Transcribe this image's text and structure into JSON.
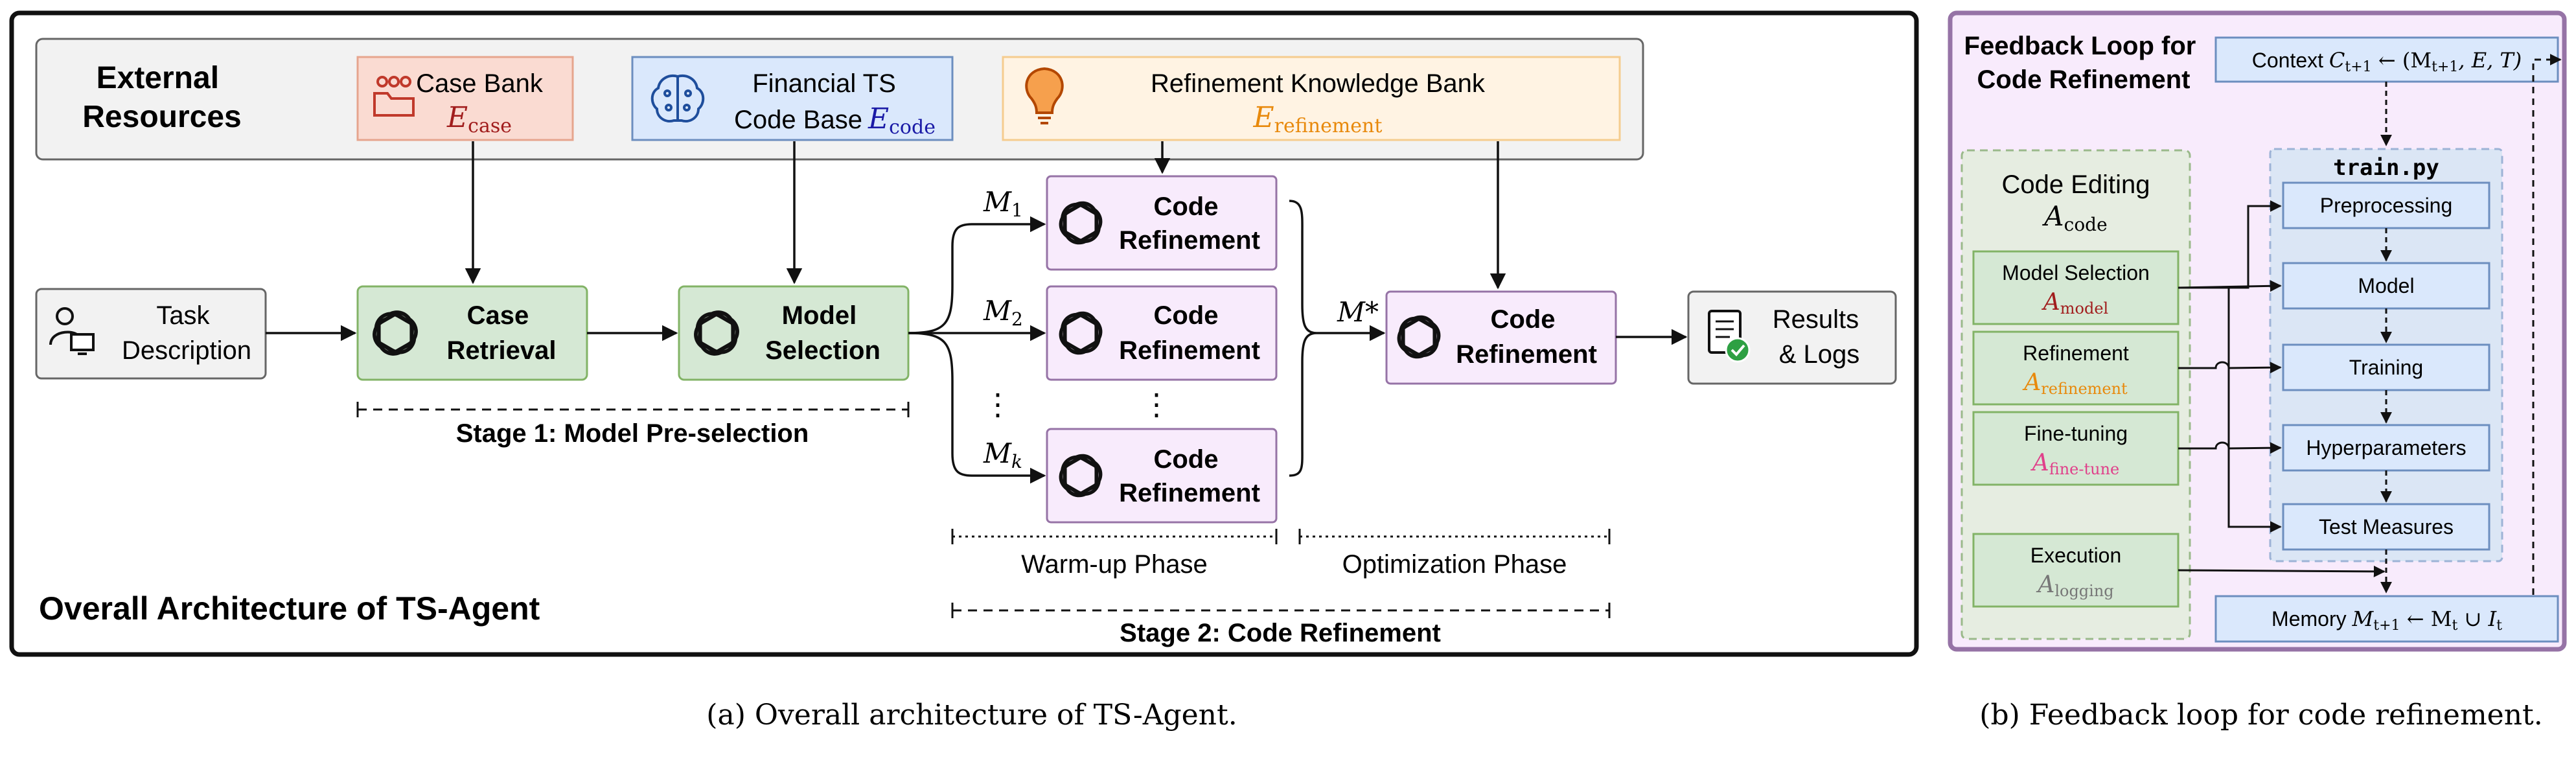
{
  "panel_a": {
    "title": "Overall Architecture of TS-Agent",
    "caption": "(a)  Overall architecture of TS-Agent.",
    "external": {
      "label_line1": "External",
      "label_line2": "Resources",
      "case_bank": {
        "name": "Case Bank",
        "symbol": "E",
        "sub": "case"
      },
      "code_base": {
        "line1": "Financial TS",
        "line2": "Code Base",
        "symbol": "E",
        "sub": "code"
      },
      "knowledge": {
        "name": "Refinement Knowledge Bank",
        "symbol": "E",
        "sub": "refinement"
      }
    },
    "task": {
      "line1": "Task",
      "line2": "Description"
    },
    "case_retrieval": {
      "line1": "Case",
      "line2": "Retrieval"
    },
    "model_selection": {
      "line1": "Model",
      "line2": "Selection"
    },
    "refine": {
      "line1": "Code",
      "line2": "Refinement"
    },
    "results": {
      "line1": "Results",
      "line2": "& Logs"
    },
    "m_labels": {
      "m": "M",
      "s1": "1",
      "s2": "2",
      "sk": "k",
      "star": "M*"
    },
    "dots": "⋮",
    "stage1": "Stage 1: Model Pre-selection",
    "warmup": "Warm-up Phase",
    "optimization": "Optimization Phase",
    "stage2": "Stage 2: Code Refinement"
  },
  "panel_b": {
    "title_line1": "Feedback Loop for",
    "title_line2": "Code Refinement",
    "caption": "(b)  Feedback loop for code refinement.",
    "context": {
      "text": "Context",
      "formula_main": "C",
      "formula_sub": "t+1",
      "formula_rest": " ← (M",
      "formula_sub2": "t+1",
      "formula_end": ", E, T)"
    },
    "code_editing": {
      "title": "Code Editing",
      "symbol": "A",
      "sub": "code"
    },
    "agents": [
      {
        "name": "Model Selection",
        "symbol": "A",
        "sub": "model",
        "color": "#a11d1d"
      },
      {
        "name": "Refinement",
        "symbol": "A",
        "sub": "refinement",
        "color": "#e8890c"
      },
      {
        "name": "Fine-tuning",
        "symbol": "A",
        "sub": "fine-tune",
        "color": "#e0408a"
      },
      {
        "name": "Execution",
        "symbol": "A",
        "sub": "logging",
        "color": "#777777"
      }
    ],
    "train_file": "train.py",
    "steps": [
      "Preprocessing",
      "Model",
      "Training",
      "Hyperparameters",
      "Test Measures"
    ],
    "memory": {
      "text": "Memory",
      "formula_main": "M",
      "formula_sub": "t+1",
      "formula_rest": " ← M",
      "formula_sub2": "t",
      "formula_mid": " ∪ I",
      "formula_sub3": "t"
    }
  },
  "colors": {
    "green_fill": "#d5e8d4",
    "green_stroke": "#82b366",
    "purple_fill": "#f8ebfc",
    "purple_stroke": "#9673a6",
    "blue_fill": "#dae8fc",
    "blue_stroke": "#6c8ebf",
    "red_fill": "#fadbd2",
    "red_stroke": "#e6a58e",
    "orange_fill": "#fff3e3",
    "orange_stroke": "#f5cc8f",
    "grey_fill": "#f2f2f2",
    "grey_stroke": "#666666"
  }
}
